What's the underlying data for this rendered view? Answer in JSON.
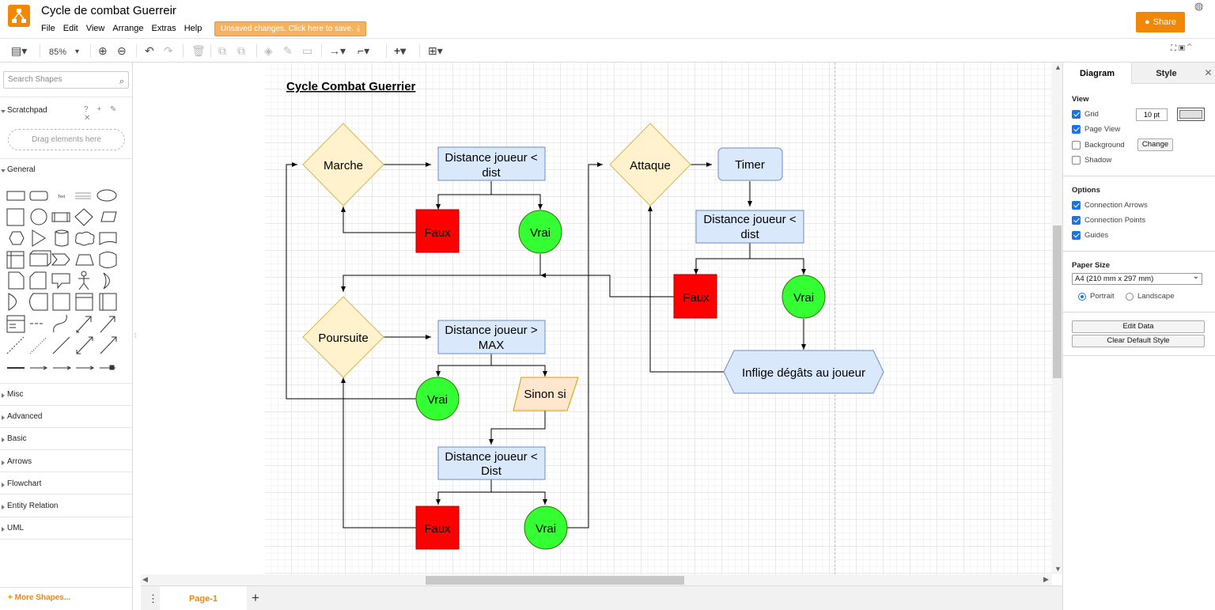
{
  "app": {
    "title": "Cycle de combat Guerreir",
    "menus": [
      "File",
      "Edit",
      "View",
      "Arrange",
      "Extras",
      "Help"
    ],
    "unsaved": "Unsaved changes. Click here to save.",
    "share": "Share"
  },
  "toolbar": {
    "zoom": "85%"
  },
  "left_panel": {
    "search_placeholder": "Search Shapes",
    "scratchpad": "Scratchpad",
    "scratchpad_actions": "? + ✎ ✕",
    "dropzone": "Drag elements here",
    "general": "General",
    "sections": [
      "Misc",
      "Advanced",
      "Basic",
      "Arrows",
      "Flowchart",
      "Entity Relation",
      "UML"
    ],
    "more_shapes": "+ More Shapes..."
  },
  "diagram": {
    "title": "Cycle Combat Guerrier",
    "nodes": {
      "marche": "Marche",
      "dist1_a": "Distance joueur <",
      "dist1_b": "dist",
      "faux1": "Faux",
      "vrai1": "Vrai",
      "poursuite": "Poursuite",
      "max_a": "Distance joueur >",
      "max_b": "MAX",
      "vrai2": "Vrai",
      "sinonsi": "Sinon si",
      "dist3_a": "Distance joueur <",
      "dist3_b": "Dist",
      "faux3": "Faux",
      "vrai3": "Vrai",
      "attaque": "Attaque",
      "timer": "Timer",
      "dist2_a": "Distance joueur <",
      "dist2_b": "dist",
      "faux2": "Faux",
      "vrai4": "Vrai",
      "inflige": "Inflige dégâts au joueur"
    },
    "colors": {
      "decision": "#fff2cc",
      "process": "#dae8fc",
      "false": "#ff0000",
      "true": "#33ff33",
      "sinon": "#ffe6cc"
    }
  },
  "bottom": {
    "page_tab": "Page-1"
  },
  "right_panel": {
    "tab_diagram": "Diagram",
    "tab_style": "Style",
    "view_heading": "View",
    "grid": "Grid",
    "grid_size": "10 pt",
    "page_view": "Page View",
    "background": "Background",
    "change": "Change",
    "shadow": "Shadow",
    "options_heading": "Options",
    "connection_arrows": "Connection Arrows",
    "connection_points": "Connection Points",
    "guides": "Guides",
    "paper_heading": "Paper Size",
    "paper_size": "A4 (210 mm x 297 mm)",
    "portrait": "Portrait",
    "landscape": "Landscape",
    "edit_data": "Edit Data",
    "clear_style": "Clear Default Style"
  }
}
